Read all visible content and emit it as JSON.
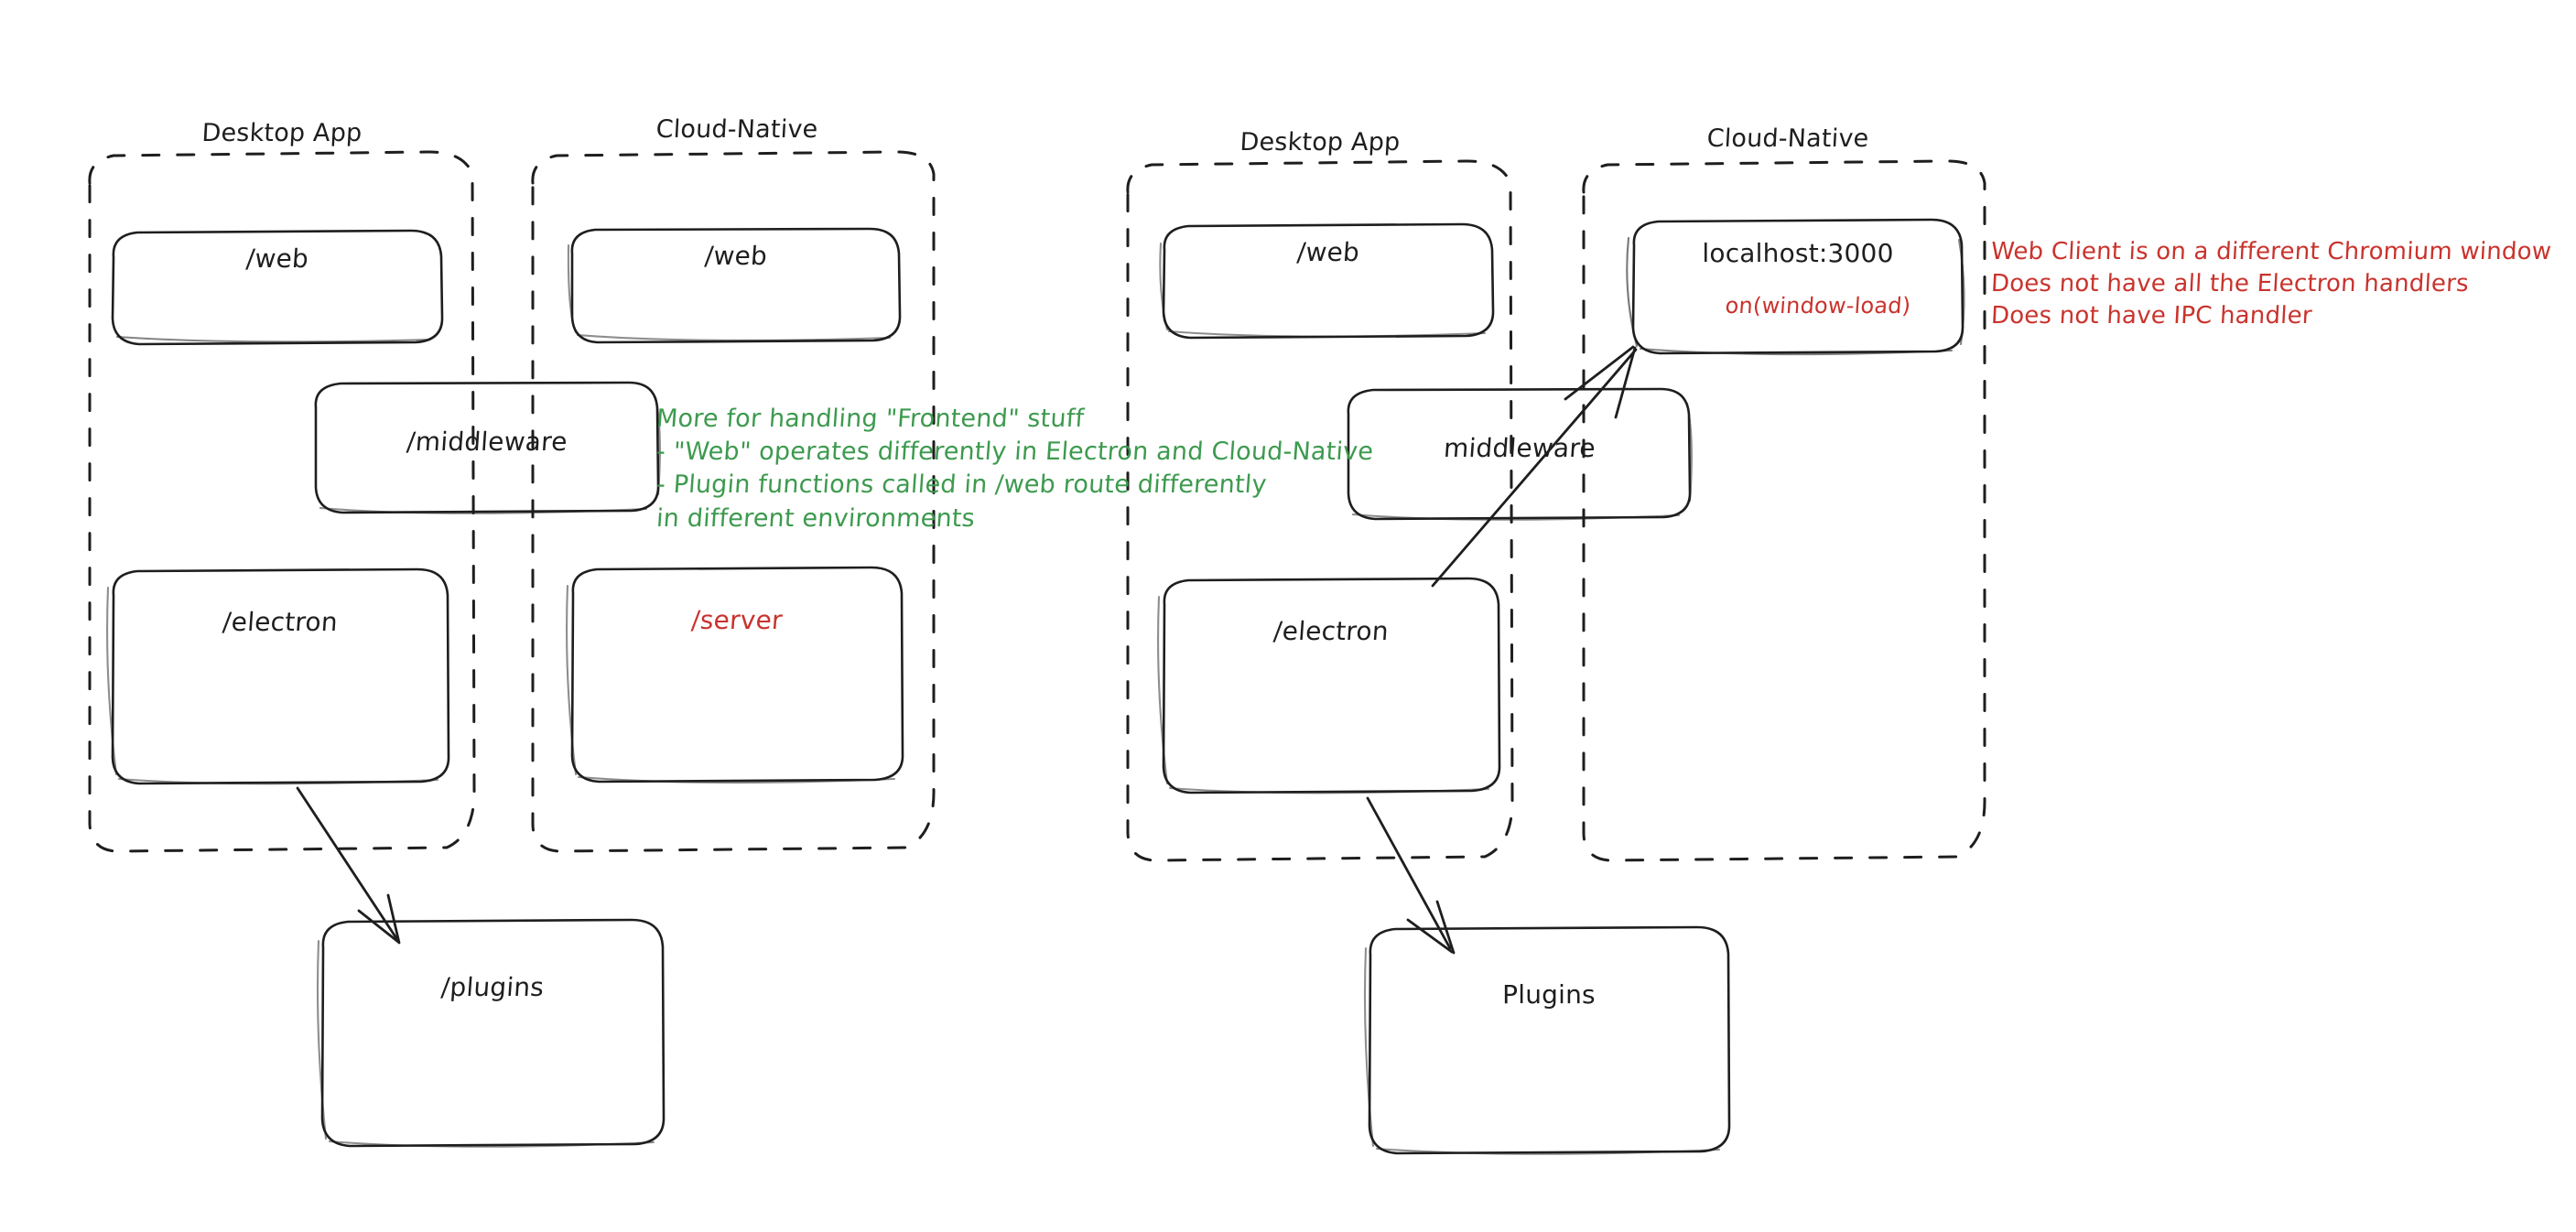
{
  "diagram": {
    "title": "Electron vs Cloud-Native architecture sketch",
    "style": "hand-drawn",
    "colors": {
      "stroke": "#1e1e1e",
      "background": "#ffffff",
      "note_green": "#3d9a4e",
      "note_red": "#c9332d"
    }
  },
  "left_diagram": {
    "groups": [
      {
        "id": "left-desktop-app",
        "label": "Desktop App"
      },
      {
        "id": "left-cloud-native",
        "label": "Cloud-Native"
      }
    ],
    "nodes": [
      {
        "id": "left-desktop-web",
        "label": "/web",
        "color": "#1e1e1e"
      },
      {
        "id": "left-cloud-web",
        "label": "/web",
        "color": "#1e1e1e"
      },
      {
        "id": "left-middleware",
        "label": "/middleware",
        "color": "#1e1e1e"
      },
      {
        "id": "left-electron",
        "label": "/electron",
        "color": "#1e1e1e"
      },
      {
        "id": "left-server",
        "label": "/server",
        "color": "#c9332d"
      },
      {
        "id": "left-plugins",
        "label": "/plugins",
        "color": "#1e1e1e"
      }
    ],
    "annotation_green": {
      "lines": [
        "More for handling \"Frontend\" stuff",
        "- \"Web\" operates differently in Electron and Cloud-Native",
        "- Plugin functions called in /web route differently",
        "in different environments"
      ]
    },
    "edges": [
      {
        "id": "left-electron-to-plugins",
        "from": "left-electron",
        "to": "left-plugins"
      }
    ]
  },
  "right_diagram": {
    "groups": [
      {
        "id": "right-desktop-app",
        "label": "Desktop App"
      },
      {
        "id": "right-cloud-native",
        "label": "Cloud-Native"
      }
    ],
    "nodes": [
      {
        "id": "right-desktop-web",
        "label": "/web",
        "color": "#1e1e1e"
      },
      {
        "id": "right-localhost",
        "label": "localhost:3000",
        "sublabel": "on(window-load)",
        "color": "#1e1e1e",
        "sublabel_color": "#c9332d"
      },
      {
        "id": "right-middleware",
        "label": "middleware",
        "color": "#1e1e1e"
      },
      {
        "id": "right-electron",
        "label": "/electron",
        "color": "#1e1e1e"
      },
      {
        "id": "right-plugins",
        "label": "Plugins",
        "color": "#1e1e1e"
      }
    ],
    "annotation_red": {
      "lines": [
        "Web Client is on a different Chromium window",
        "Does not have all the Electron handlers",
        "Does not have IPC handler"
      ]
    },
    "edges": [
      {
        "id": "right-electron-to-localhost",
        "from": "right-electron",
        "to": "right-localhost"
      },
      {
        "id": "right-electron-to-plugins",
        "from": "right-electron",
        "to": "right-plugins"
      }
    ]
  }
}
